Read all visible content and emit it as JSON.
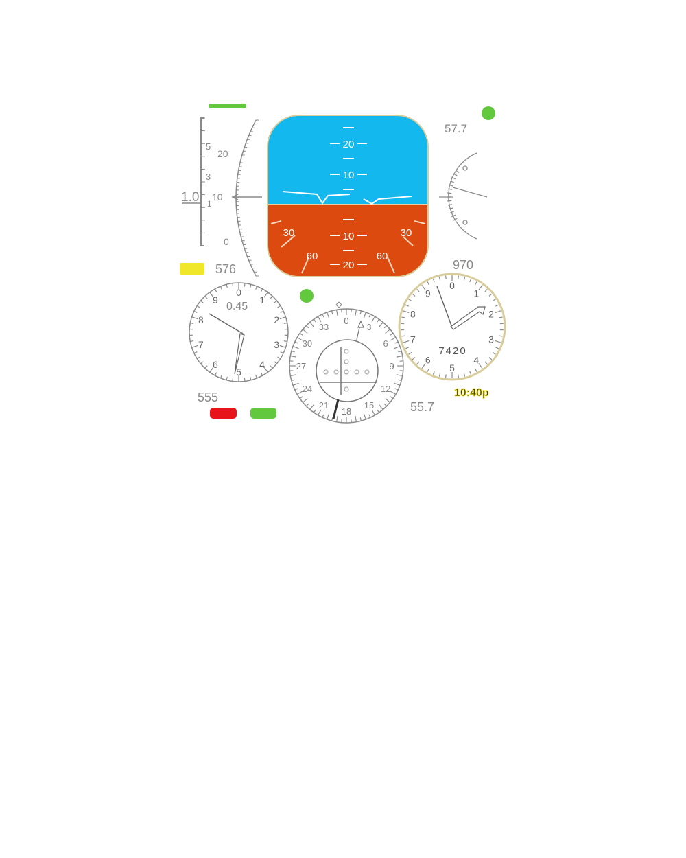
{
  "colors": {
    "sky": "#12b8ee",
    "ground": "#dd4a10",
    "green": "#62c83e",
    "yellow": "#f0e62a",
    "red": "#e8141c",
    "bezel": "#d8cc9a",
    "text": "#8a8a8a"
  },
  "altitude_tape": {
    "big_value": "1.0",
    "scale_labels": [
      "5",
      "3",
      "1"
    ],
    "arc_labels": [
      "20",
      "10",
      "0"
    ]
  },
  "readouts": {
    "top_right": "57.7",
    "yellow_box_value": "576",
    "right_gauge_top": "970",
    "left_bottom": "555",
    "bottom_right": "55.7",
    "time": "10:40p"
  },
  "attitude": {
    "pitch_labels": [
      "20",
      "10",
      "10",
      "20"
    ],
    "bank_labels": [
      "30",
      "60",
      "60",
      "30"
    ]
  },
  "left_dial": {
    "value": "0.45",
    "numbers": [
      "0",
      "1",
      "2",
      "3",
      "4",
      "5",
      "6",
      "7",
      "8",
      "9"
    ],
    "hand_value": 0.45
  },
  "compass": {
    "labels": [
      "0",
      "3",
      "6",
      "9",
      "12",
      "15",
      "18",
      "21",
      "24",
      "27",
      "30",
      "33"
    ]
  },
  "right_dial": {
    "counter": "7420",
    "numbers": [
      "0",
      "1",
      "2",
      "3",
      "4",
      "5",
      "6",
      "7",
      "8",
      "9"
    ]
  },
  "status_lights": [
    {
      "name": "top-right-light",
      "color": "green"
    },
    {
      "name": "middle-light",
      "color": "green"
    }
  ],
  "indicators": {
    "top_bar": "green",
    "left_box": "yellow",
    "bottom_left": "red",
    "bottom_right": "green"
  }
}
